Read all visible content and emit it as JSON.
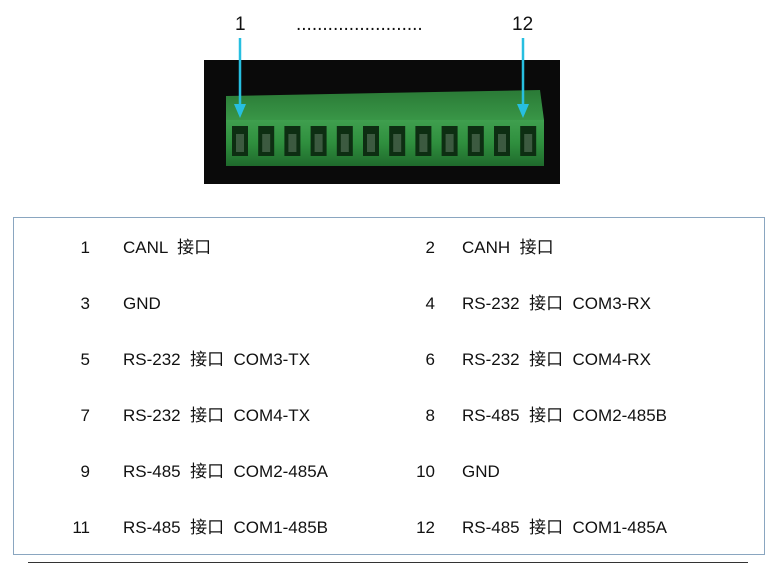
{
  "header": {
    "first_pin_label": "1",
    "dots": "........................",
    "last_pin_label": "12"
  },
  "connector": {
    "terminal_count": 12,
    "body_color": "#2f8f3e",
    "arrow_color": "#27bfe0"
  },
  "pins": [
    {
      "num": "1",
      "desc": "CANL  接口"
    },
    {
      "num": "2",
      "desc": "CANH  接口"
    },
    {
      "num": "3",
      "desc": "GND"
    },
    {
      "num": "4",
      "desc": "RS-232  接口  COM3-RX"
    },
    {
      "num": "5",
      "desc": "RS-232  接口  COM3-TX"
    },
    {
      "num": "6",
      "desc": "RS-232  接口  COM4-RX"
    },
    {
      "num": "7",
      "desc": "RS-232  接口  COM4-TX"
    },
    {
      "num": "8",
      "desc": "RS-485  接口  COM2-485B"
    },
    {
      "num": "9",
      "desc": "RS-485  接口  COM2-485A"
    },
    {
      "num": "10",
      "desc": "GND"
    },
    {
      "num": "11",
      "desc": "RS-485  接口  COM1-485B"
    },
    {
      "num": "12",
      "desc": "RS-485  接口  COM1-485A"
    }
  ]
}
